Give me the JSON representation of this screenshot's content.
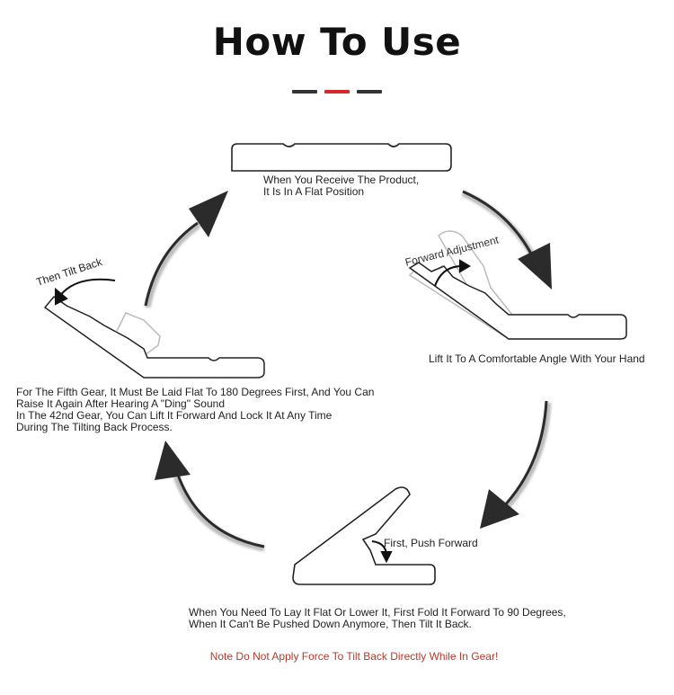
{
  "title": "How To Use",
  "divider_colors": [
    "#333333",
    "#d6262c",
    "#333333"
  ],
  "steps": {
    "receive": "When You Receive The Product,\nIt Is In A Flat Position",
    "lift": "Lift It To A Comfortable Angle With Your Hand",
    "forward_adjustment": "Forward Adjustment",
    "push_forward": "First, Push Forward",
    "lay_flat": "When You Need To Lay It Flat Or Lower It, First Fold It Forward To 90 Degrees,\nWhen It Can't Be Pushed Down Anymore, Then Tilt It Back.",
    "tilt_back": "Then Tilt Back",
    "fifth_gear": "For The Fifth Gear, It Must Be Laid Flat To 180 Degrees First, And You Can\n Raise It Again After Hearing A \"Ding\" Sound\nIn The 42nd Gear, You Can Lift It Forward And Lock It At Any Time\nDuring The Tilting Back Process."
  },
  "note": "Note Do Not Apply Force To Tilt Back Directly While In Gear!",
  "colors": {
    "note": "#b8392b",
    "arrow": "#2b2b2b",
    "arrow_shadow": "#bdbdbd"
  }
}
